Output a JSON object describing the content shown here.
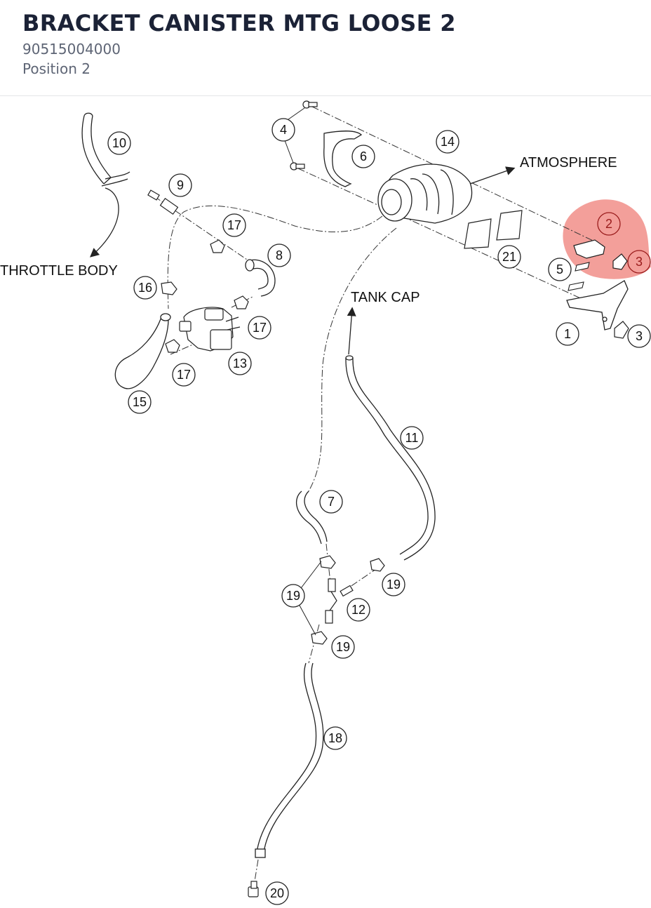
{
  "header": {
    "title": "BRACKET CANISTER MTG LOOSE 2",
    "part_number": "90515004000",
    "position": "Position 2"
  },
  "diagram": {
    "highlight_color": "#f08a84",
    "labels": {
      "throttle_body": "THROTTLE BODY",
      "atmosphere": "ATMOSPHERE",
      "tank_cap": "TANK CAP"
    },
    "callouts": [
      {
        "id": "c1",
        "number": "1"
      },
      {
        "id": "c2",
        "number": "2",
        "highlighted": true
      },
      {
        "id": "c3a",
        "number": "3",
        "highlighted": true
      },
      {
        "id": "c3b",
        "number": "3"
      },
      {
        "id": "c4",
        "number": "4"
      },
      {
        "id": "c5",
        "number": "5"
      },
      {
        "id": "c6",
        "number": "6"
      },
      {
        "id": "c7",
        "number": "7"
      },
      {
        "id": "c8",
        "number": "8"
      },
      {
        "id": "c9",
        "number": "9"
      },
      {
        "id": "c10",
        "number": "10"
      },
      {
        "id": "c11",
        "number": "11"
      },
      {
        "id": "c12",
        "number": "12"
      },
      {
        "id": "c13",
        "number": "13"
      },
      {
        "id": "c14",
        "number": "14"
      },
      {
        "id": "c15",
        "number": "15"
      },
      {
        "id": "c16",
        "number": "16"
      },
      {
        "id": "c17a",
        "number": "17"
      },
      {
        "id": "c17b",
        "number": "17"
      },
      {
        "id": "c17c",
        "number": "17"
      },
      {
        "id": "c18",
        "number": "18"
      },
      {
        "id": "c19a",
        "number": "19"
      },
      {
        "id": "c19b",
        "number": "19"
      },
      {
        "id": "c19c",
        "number": "19"
      },
      {
        "id": "c20",
        "number": "20"
      },
      {
        "id": "c21",
        "number": "21"
      }
    ]
  }
}
